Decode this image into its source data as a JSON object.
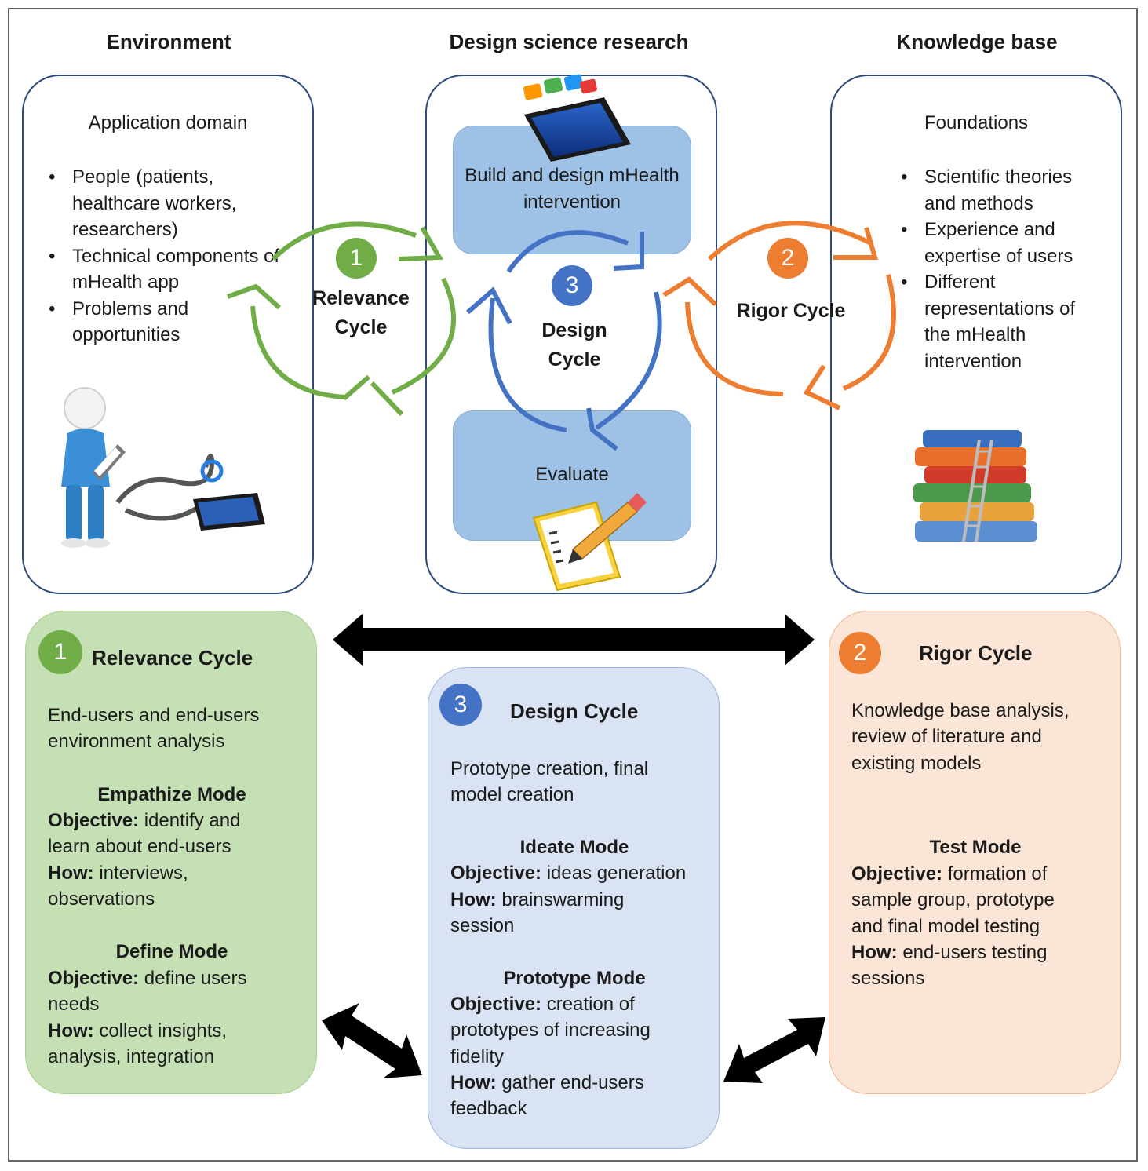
{
  "columns": {
    "environment": "Environment",
    "dsr": "Design science research",
    "knowledge": "Knowledge base"
  },
  "environment_panel": {
    "heading": "Application domain",
    "bullets": [
      "People (patients, healthcare workers, researchers)",
      "Technical components of mHealth app",
      "Problems and opportunities"
    ]
  },
  "dsr_panel": {
    "build": "Build and design mHealth intervention",
    "evaluate": "Evaluate"
  },
  "knowledge_panel": {
    "heading": "Foundations",
    "bullets": [
      "Scientific theories and methods",
      "Experience and expertise of users",
      "Different representations of the mHealth intervention"
    ]
  },
  "cycles": {
    "relevance": {
      "number": "1",
      "label": "Relevance Cycle",
      "color": "#70ad47"
    },
    "rigor": {
      "number": "2",
      "label": "Rigor Cycle",
      "color": "#ed7d31"
    },
    "design": {
      "number": "3",
      "label": "Design Cycle",
      "color": "#4472c4"
    }
  },
  "relevance_box": {
    "number": "1",
    "title": "Relevance Cycle",
    "summary": "End-users and end-users environment analysis",
    "modes": [
      {
        "name": "Empathize Mode",
        "objective_label": "Objective:",
        "objective": "identify and learn about end-users",
        "how_label": "How:",
        "how": "interviews, observations"
      },
      {
        "name": "Define Mode",
        "objective_label": "Objective:",
        "objective": "define users needs",
        "how_label": "How:",
        "how": "collect insights, analysis, integration"
      }
    ]
  },
  "design_box": {
    "number": "3",
    "title": "Design Cycle",
    "summary": "Prototype creation, final model creation",
    "modes": [
      {
        "name": "Ideate Mode",
        "objective_label": "Objective:",
        "objective": "ideas generation",
        "how_label": "How:",
        "how": "brainswarming session"
      },
      {
        "name": "Prototype Mode",
        "objective_label": "Objective:",
        "objective": "creation of prototypes of increasing fidelity",
        "how_label": "How:",
        "how": "gather end-users feedback"
      }
    ]
  },
  "rigor_box": {
    "number": "2",
    "title": "Rigor Cycle",
    "summary": "Knowledge base analysis, review of literature and existing models",
    "modes": [
      {
        "name": "Test Mode",
        "objective_label": "Objective:",
        "objective": "formation of sample group, prototype and final model testing",
        "how_label": "How:",
        "how": "end-users testing sessions"
      }
    ]
  },
  "colors": {
    "green_fill": "#c5e0b4",
    "blue_fill": "#dae3f3",
    "orange_fill": "#fbe5d6",
    "panel_border": "#2d4a7a"
  }
}
